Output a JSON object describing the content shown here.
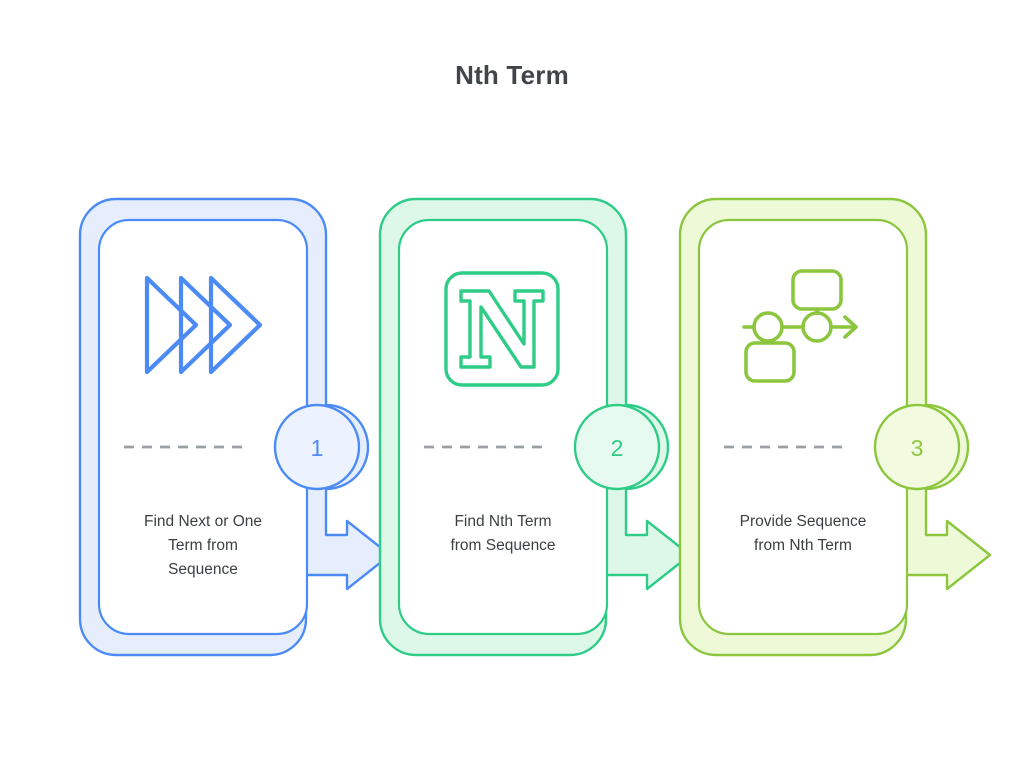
{
  "page": {
    "title": "Nth Term",
    "background_color": "#ffffff",
    "title_color": "#414549",
    "text_color": "#3c4043",
    "divider_color": "#9aa0a6"
  },
  "diagram": {
    "type": "process-flow",
    "step_count": 3,
    "steps": [
      {
        "number": "1",
        "icon": "double-chevron-right-icon",
        "label_lines": [
          "Find Next or One",
          "Term from",
          "Sequence"
        ],
        "accent_color": "#4c8bf5",
        "band_color": "#e6eefd",
        "badge_fill": "#edf3fe",
        "has_outgoing_arrow": true
      },
      {
        "number": "2",
        "icon": "letter-n-square-icon",
        "label_lines": [
          "Find Nth Term",
          "from Sequence"
        ],
        "accent_color": "#2ecc87",
        "band_color": "#ddf8e9",
        "badge_fill": "#e7faf0",
        "has_outgoing_arrow": true
      },
      {
        "number": "3",
        "icon": "node-diagram-icon",
        "label_lines": [
          "Provide Sequence",
          "from Nth Term"
        ],
        "accent_color": "#8cc63f",
        "band_color": "#eefad7",
        "badge_fill": "#f2fbe0",
        "has_outgoing_arrow": true
      }
    ]
  }
}
